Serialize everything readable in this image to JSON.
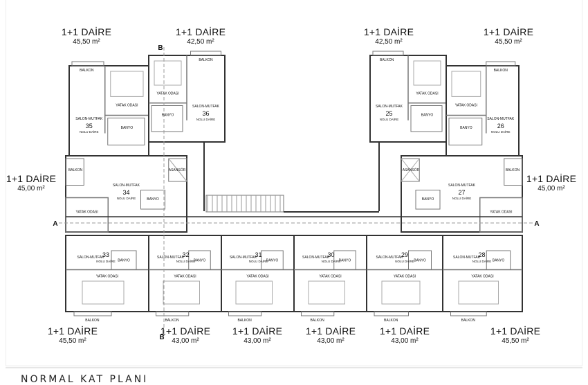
{
  "title": "NORMAL KAT PLANI",
  "section_marks": {
    "a": "A",
    "b": "B"
  },
  "unit_labels": {
    "top": [
      {
        "type": "1+1 DAİRE",
        "area": "45,50 m²"
      },
      {
        "type": "1+1 DAİRE",
        "area": "42,50 m²"
      },
      {
        "type": "1+1 DAİRE",
        "area": "42,50 m²"
      },
      {
        "type": "1+1 DAİRE",
        "area": "45,50 m²"
      }
    ],
    "side": [
      {
        "type": "1+1 DAİRE",
        "area": "45,00 m²"
      },
      {
        "type": "1+1 DAİRE",
        "area": "45,00 m²"
      }
    ],
    "bottom": [
      {
        "type": "1+1 DAİRE",
        "area": "45,50 m²"
      },
      {
        "type": "1+1 DAİRE",
        "area": "43,00 m²"
      },
      {
        "type": "1+1 DAİRE",
        "area": "43,00 m²"
      },
      {
        "type": "1+1 DAİRE",
        "area": "43,00 m²"
      },
      {
        "type": "1+1 DAİRE",
        "area": "43,00 m²"
      },
      {
        "type": "1+1 DAİRE",
        "area": "45,50 m²"
      }
    ]
  },
  "rooms": {
    "bedroom": "YATAK ODASI",
    "bathroom": "BANYO",
    "living": "SALON-MUTFAK",
    "balcony": "BALKON",
    "unit_suffix": "NOLU DAİRE",
    "elevator": "ASANSÖR"
  },
  "units": [
    "35",
    "36",
    "25",
    "26",
    "34",
    "27",
    "33",
    "32",
    "31",
    "30",
    "29",
    "28"
  ],
  "colors": {
    "wall": "#333333",
    "line": "#777777",
    "text": "#111111"
  }
}
